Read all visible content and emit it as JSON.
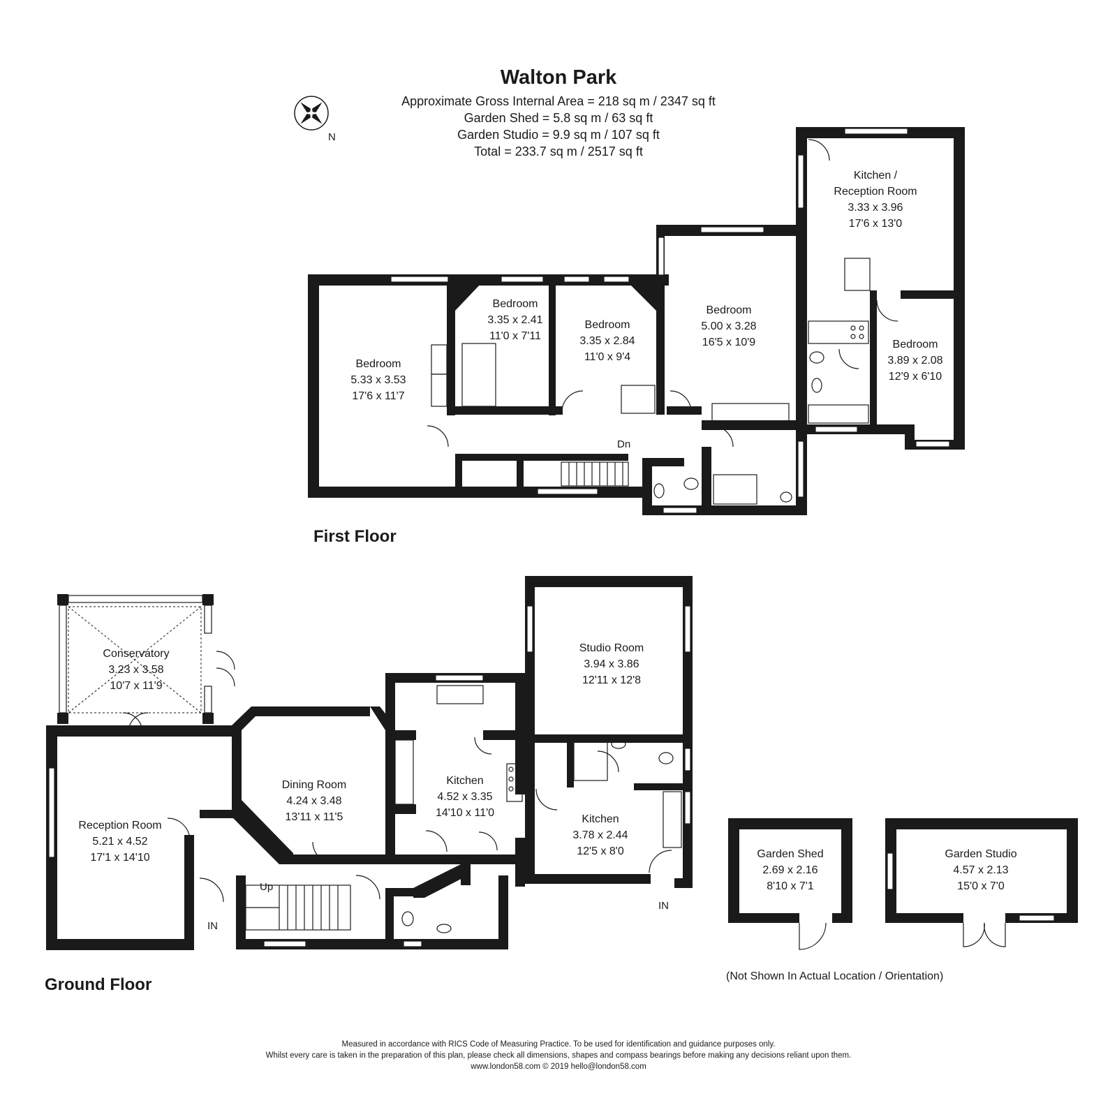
{
  "header": {
    "title": "Walton Park",
    "areas": [
      "Approximate Gross Internal Area = 218 sq m / 2347 sq ft",
      "Garden Shed = 5.8 sq m / 63 sq ft",
      "Garden Studio = 9.9 sq m / 107 sq ft",
      "Total = 233.7 sq m / 2517 sq ft"
    ],
    "compass_label": "N"
  },
  "first_floor": {
    "label": "First Floor",
    "stairs_label": "Dn",
    "rooms": {
      "bedroom_a": {
        "name": "Bedroom",
        "metric": "5.33 x 3.53",
        "imperial": "17'6 x 11'7"
      },
      "bedroom_b": {
        "name": "Bedroom",
        "metric": "3.35 x 2.41",
        "imperial": "11'0 x 7'11"
      },
      "bedroom_c": {
        "name": "Bedroom",
        "metric": "3.35 x 2.84",
        "imperial": "11'0 x 9'4"
      },
      "bedroom_d": {
        "name": "Bedroom",
        "metric": "5.00 x 3.28",
        "imperial": "16'5 x 10'9"
      },
      "kitchen_reception": {
        "name": "Kitchen /",
        "name2": "Reception Room",
        "metric": "3.33 x 3.96",
        "imperial": "17'6 x 13'0"
      },
      "bedroom_e": {
        "name": "Bedroom",
        "metric": "3.89 x 2.08",
        "imperial": "12'9 x 6'10"
      }
    }
  },
  "ground_floor": {
    "label": "Ground Floor",
    "stairs_label": "Up",
    "entrance_label": "IN",
    "rooms": {
      "conservatory": {
        "name": "Conservatory",
        "metric": "3.23 x 3.58",
        "imperial": "10'7 x 11'9"
      },
      "reception": {
        "name": "Reception Room",
        "metric": "5.21 x 4.52",
        "imperial": "17'1 x 14'10"
      },
      "dining": {
        "name": "Dining Room",
        "metric": "4.24 x 3.48",
        "imperial": "13'11 x 11'5"
      },
      "kitchen": {
        "name": "Kitchen",
        "metric": "4.52 x 3.35",
        "imperial": "14'10 x 11'0"
      },
      "studio": {
        "name": "Studio Room",
        "metric": "3.94 x 3.86",
        "imperial": "12'11 x 12'8"
      },
      "kitchen2": {
        "name": "Kitchen",
        "metric": "3.78 x 2.44",
        "imperial": "12'5 x 8'0"
      }
    }
  },
  "outbuildings": {
    "shed": {
      "name": "Garden Shed",
      "metric": "2.69 x 2.16",
      "imperial": "8'10 x 7'1"
    },
    "studio": {
      "name": "Garden Studio",
      "metric": "4.57 x 2.13",
      "imperial": "15'0 x 7'0"
    },
    "note": "(Not Shown In Actual Location / Orientation)"
  },
  "footer": {
    "line1": "Measured in accordance with RICS Code of Measuring Practice. To be used for identification and guidance purposes only.",
    "line2": "Whilst every care is taken in the preparation of this plan, please check all dimensions, shapes and compass bearings before making any decisions reliant upon them.",
    "line3": "www.london58.com © 2019 hello@london58.com"
  },
  "colors": {
    "wall": "#1a1a1a",
    "background": "#ffffff"
  }
}
